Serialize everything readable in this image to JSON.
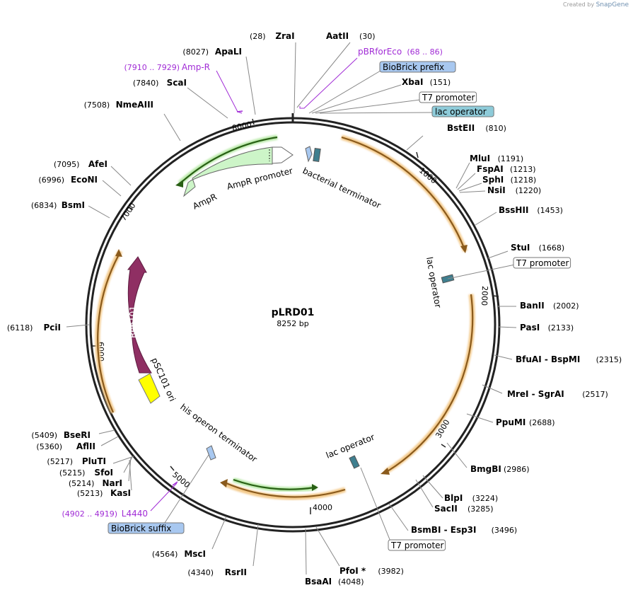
{
  "credit": {
    "prefix": "Created by",
    "brand": "SnapGene"
  },
  "plasmid": {
    "name": "pLRD01",
    "size_label": "8252 bp",
    "length": 8252
  },
  "colors": {
    "orange_feature": "#e8a33c",
    "green_feature": "#3aa52e",
    "ampr": "#cdf5c8",
    "rep101": "#8f2f63",
    "ori": "#ffff00",
    "primer": "#a12cd6",
    "blue_box": "#a8c8f0",
    "teal_box": "#8ecbd9"
  },
  "tick_labels": [
    "1000",
    "2000",
    "3000",
    "4000",
    "5000",
    "6000",
    "7000",
    "8000"
  ],
  "sites": [
    {
      "pos": "(28)",
      "name": "ZraI",
      "kind": "enzyme"
    },
    {
      "name": "AatII",
      "pos": "(30)",
      "kind": "enzyme"
    },
    {
      "name": "pBRforEco",
      "pos": "(68 .. 86)",
      "kind": "primer"
    },
    {
      "name": "BioBrick prefix",
      "kind": "box-blue"
    },
    {
      "name": "XbaI",
      "pos": "(151)",
      "kind": "enzyme"
    },
    {
      "name": "T7 promoter",
      "kind": "box-white"
    },
    {
      "name": "lac operator",
      "kind": "box-teal"
    },
    {
      "name": "BstEII",
      "pos": "(810)",
      "kind": "enzyme"
    },
    {
      "name": "MluI",
      "pos": "(1191)",
      "kind": "enzyme"
    },
    {
      "name": "FspAI",
      "pos": "(1213)",
      "kind": "enzyme"
    },
    {
      "name": "SphI",
      "pos": "(1218)",
      "kind": "enzyme"
    },
    {
      "name": "NsiI",
      "pos": "(1220)",
      "kind": "enzyme"
    },
    {
      "name": "BssHII",
      "pos": "(1453)",
      "kind": "enzyme"
    },
    {
      "name": "StuI",
      "pos": "(1668)",
      "kind": "enzyme"
    },
    {
      "name": "T7 promoter",
      "kind": "box-white"
    },
    {
      "name": "BanII",
      "pos": "(2002)",
      "kind": "enzyme"
    },
    {
      "name": "PasI",
      "pos": "(2133)",
      "kind": "enzyme"
    },
    {
      "name": "BfuAI  - BspMI",
      "pos": "(2315)",
      "kind": "enzyme"
    },
    {
      "name": "MreI  - SgrAI",
      "pos": "(2517)",
      "kind": "enzyme"
    },
    {
      "name": "PpuMI",
      "pos": "(2688)",
      "kind": "enzyme"
    },
    {
      "name": "BmgBI",
      "pos": "(2986)",
      "kind": "enzyme"
    },
    {
      "name": "BlpI",
      "pos": "(3224)",
      "kind": "enzyme"
    },
    {
      "name": "SacII",
      "pos": "(3285)",
      "kind": "enzyme"
    },
    {
      "name": "BsmBI  - Esp3I",
      "pos": "(3496)",
      "kind": "enzyme"
    },
    {
      "name": "T7 promoter",
      "kind": "box-white"
    },
    {
      "name": "PfoI *",
      "pos": "(3982)",
      "kind": "enzyme"
    },
    {
      "name": "BsaAI",
      "pos": "(4048)",
      "kind": "enzyme"
    },
    {
      "pos": "(4340)",
      "name": "RsrII",
      "kind": "enzyme"
    },
    {
      "pos": "(4564)",
      "name": "MscI",
      "kind": "enzyme"
    },
    {
      "name": "BioBrick suffix",
      "kind": "box-blue"
    },
    {
      "pos": "(4902 .. 4919)",
      "name": "L4440",
      "kind": "primer"
    },
    {
      "pos": "(5213)",
      "name": "KasI",
      "kind": "enzyme"
    },
    {
      "pos": "(5214)",
      "name": "NarI",
      "kind": "enzyme"
    },
    {
      "pos": "(5215)",
      "name": "SfoI",
      "kind": "enzyme"
    },
    {
      "pos": "(5217)",
      "name": "PluTI",
      "kind": "enzyme"
    },
    {
      "pos": "(5360)",
      "name": "AflII",
      "kind": "enzyme"
    },
    {
      "pos": "(5409)",
      "name": "BseRI",
      "kind": "enzyme"
    },
    {
      "pos": "(6118)",
      "name": "PciI",
      "kind": "enzyme"
    },
    {
      "pos": "(6834)",
      "name": "BsmI",
      "kind": "enzyme"
    },
    {
      "pos": "(6996)",
      "name": "EcoNI",
      "kind": "enzyme"
    },
    {
      "pos": "(7095)",
      "name": "AfeI",
      "kind": "enzyme"
    },
    {
      "pos": "(7508)",
      "name": "NmeAIII",
      "kind": "enzyme"
    },
    {
      "pos": "(7840)",
      "name": "ScaI",
      "kind": "enzyme"
    },
    {
      "pos": "(7910 .. 7929)",
      "name": "Amp-R",
      "kind": "primer"
    },
    {
      "pos": "(8027)",
      "name": "ApaLI",
      "kind": "enzyme"
    }
  ],
  "feature_labels": {
    "bacterial_terminator": "bacterial terminator",
    "ampr_promoter": "AmpR promoter",
    "ampr": "AmpR",
    "lac_operator_1": "lac operator",
    "rep101": "Rep101",
    "psc101_ori": "pSC101 ori",
    "his_operon_terminator": "his operon terminator",
    "lac_operator_2": "lac operator"
  }
}
